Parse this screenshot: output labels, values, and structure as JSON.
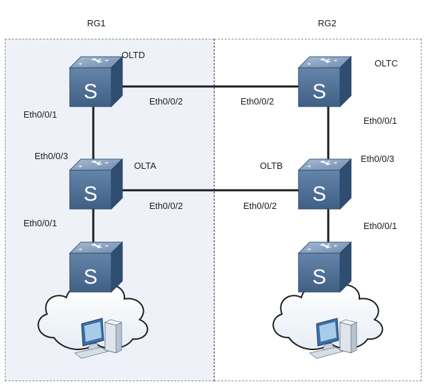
{
  "regions": {
    "rg1": "RG1",
    "rg2": "RG2"
  },
  "devices": {
    "oltd": "OLTD",
    "oltc": "OLTC",
    "olta": "OLTA",
    "oltb": "OLTB"
  },
  "ports": {
    "oltd_east": "Eth0/0/2",
    "oltc_west": "Eth0/0/2",
    "oltd_south": "Eth0/0/1",
    "oltc_south": "Eth0/0/1",
    "olta_north": "Eth0/0/3",
    "oltb_north": "Eth0/0/3",
    "olta_east": "Eth0/0/2",
    "oltb_west": "Eth0/0/2",
    "olta_south": "Eth0/0/1",
    "oltb_south": "Eth0/0/1"
  },
  "switch_glyph": "S",
  "colors": {
    "switch_face": "#4f6f93",
    "switch_top": "#8ba4c1",
    "switch_side": "#2f4d70",
    "link": "#1e1e1e",
    "region_rg1_fill": "#eef2f8",
    "region_border": "#8c8c8c"
  }
}
